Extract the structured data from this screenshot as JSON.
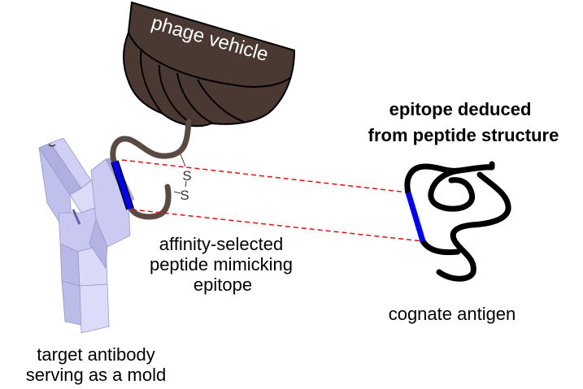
{
  "labels": {
    "phage": "phage vehicle",
    "epitope_deduced": [
      "epitope deduced",
      "from peptide structure"
    ],
    "peptide": [
      "affinity-selected",
      "peptide mimicking",
      "epitope"
    ],
    "antigen": "cognate antigen",
    "antibody": [
      "target antibody",
      "serving as a mold"
    ],
    "disulfide": [
      "S",
      "S"
    ]
  },
  "colors": {
    "phage": "#4a3832",
    "peptide": "#5a4a44",
    "epitope": "#0000ee",
    "antibody": "#c8c8f0",
    "connector": "#dd1111",
    "antigen": "#000000"
  }
}
